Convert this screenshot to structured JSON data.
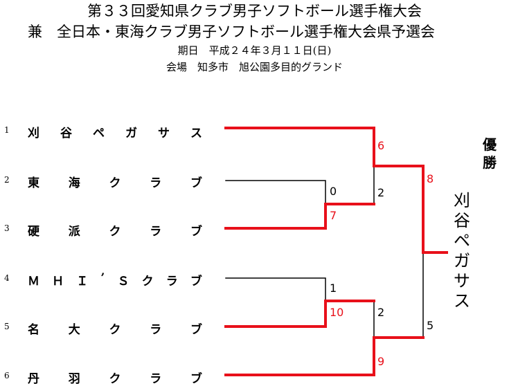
{
  "header": {
    "title_line1": "第３３回愛知県クラブ男子ソフトボール選手権大会",
    "title_line2": "兼　全日本・東海クラブ男子ソフトボール選手権大会県予選会",
    "date": "期日　平成２４年３月１１日(日)",
    "venue": "会場　知多市　旭公園多目的グランド"
  },
  "teams": [
    {
      "seed": "1",
      "chars": [
        "刈",
        "谷",
        "ペ",
        "ガ",
        "サ",
        "ス"
      ]
    },
    {
      "seed": "2",
      "chars": [
        "東",
        "海",
        "ク",
        "ラ",
        "ブ"
      ]
    },
    {
      "seed": "3",
      "chars": [
        "硬",
        "派",
        "ク",
        "ラ",
        "ブ"
      ]
    },
    {
      "seed": "4",
      "chars": [
        "Ｍ",
        "Ｈ",
        "Ｉ",
        "’",
        "Ｓ",
        "ク",
        "ラ",
        "ブ"
      ]
    },
    {
      "seed": "5",
      "chars": [
        "名",
        "大",
        "ク",
        "ラ",
        "ブ"
      ]
    },
    {
      "seed": "6",
      "chars": [
        "丹",
        "羽",
        "ク",
        "ラ",
        "ブ"
      ]
    }
  ],
  "scores": {
    "r1_top_loser": "0",
    "r1_top_winner": "7",
    "r1_bot_loser": "1",
    "r1_bot_winner": "10",
    "sf1_winner": "6",
    "sf1_loser": "2",
    "sf2_loser": "2",
    "sf2_winner": "9",
    "final_winner": "8",
    "final_loser": "5"
  },
  "champion_label": [
    "優",
    "勝"
  ],
  "champion_name": [
    "刈",
    "谷",
    "ペ",
    "ガ",
    "サ",
    "ス"
  ],
  "colors": {
    "winner_line": "#e8101a",
    "loser_line": "#000000"
  }
}
